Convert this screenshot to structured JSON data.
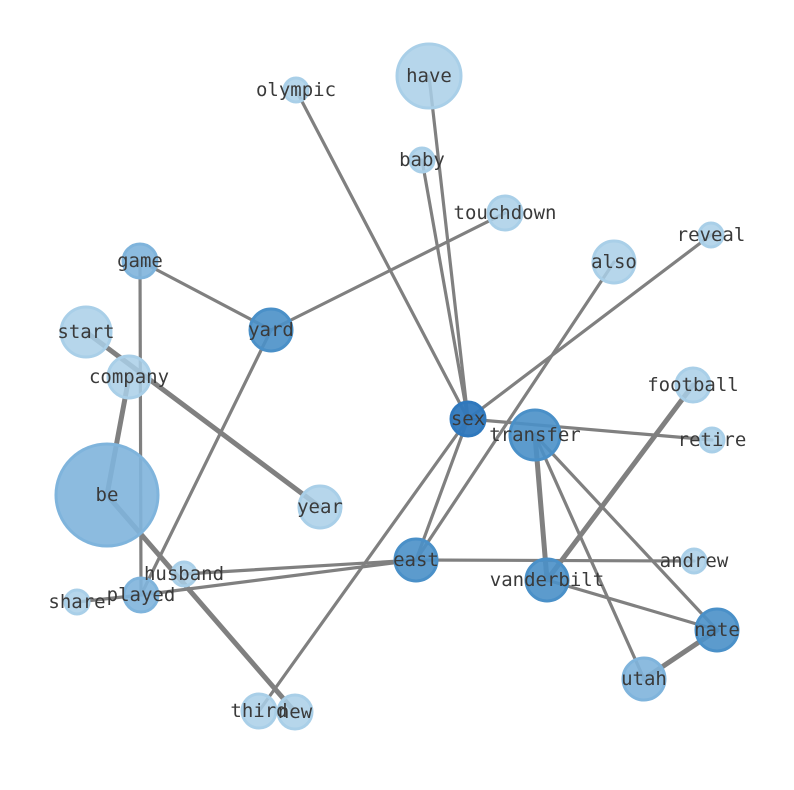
{
  "graph": {
    "colors": {
      "edge": "#808080",
      "node_light": "#a9cfe8",
      "node_mid": "#7fb4dc",
      "node_dark": "#4a90c8",
      "node_darkest": "#2f78bd",
      "label": "#3a3a3a"
    },
    "nodes": [
      {
        "id": "olympic",
        "label": "olympic",
        "shade": "light",
        "size": 1
      },
      {
        "id": "have",
        "label": "have",
        "shade": "light",
        "size": 6
      },
      {
        "id": "baby",
        "label": "baby",
        "shade": "light",
        "size": 1
      },
      {
        "id": "touchdown",
        "label": "touchdown",
        "shade": "light",
        "size": 2
      },
      {
        "id": "reveal",
        "label": "reveal",
        "shade": "light",
        "size": 1
      },
      {
        "id": "also",
        "label": "also",
        "shade": "light",
        "size": 3
      },
      {
        "id": "game",
        "label": "game",
        "shade": "mid",
        "size": 2
      },
      {
        "id": "yard",
        "label": "yard",
        "shade": "dark",
        "size": 3
      },
      {
        "id": "start",
        "label": "start",
        "shade": "light",
        "size": 4
      },
      {
        "id": "company",
        "label": "company",
        "shade": "light",
        "size": 3
      },
      {
        "id": "football",
        "label": "football",
        "shade": "light",
        "size": 2
      },
      {
        "id": "sex",
        "label": "sex",
        "shade": "darkest",
        "size": 2
      },
      {
        "id": "transfer",
        "label": "transfer",
        "shade": "dark",
        "size": 4
      },
      {
        "id": "retire",
        "label": "retire",
        "shade": "light",
        "size": 1
      },
      {
        "id": "be",
        "label": "be",
        "shade": "mid",
        "size": 16
      },
      {
        "id": "year",
        "label": "year",
        "shade": "light",
        "size": 3
      },
      {
        "id": "husband",
        "label": "husband",
        "shade": "light",
        "size": 1
      },
      {
        "id": "east",
        "label": "east",
        "shade": "dark",
        "size": 3
      },
      {
        "id": "andrew",
        "label": "andrew",
        "shade": "light",
        "size": 1
      },
      {
        "id": "share",
        "label": "share",
        "shade": "light",
        "size": 1
      },
      {
        "id": "played",
        "label": "played",
        "shade": "mid",
        "size": 2
      },
      {
        "id": "vanderbilt",
        "label": "vanderbilt",
        "shade": "dark",
        "size": 3
      },
      {
        "id": "nate",
        "label": "nate",
        "shade": "dark",
        "size": 3
      },
      {
        "id": "utah",
        "label": "utah",
        "shade": "mid",
        "size": 3
      },
      {
        "id": "third",
        "label": "third",
        "shade": "light",
        "size": 2
      },
      {
        "id": "new",
        "label": "new",
        "shade": "light",
        "size": 2
      }
    ],
    "edges": [
      {
        "source": "olympic",
        "target": "sex",
        "weight": 1
      },
      {
        "source": "have",
        "target": "sex",
        "weight": 1
      },
      {
        "source": "baby",
        "target": "sex",
        "weight": 1
      },
      {
        "source": "reveal",
        "target": "sex",
        "weight": 1
      },
      {
        "source": "sex",
        "target": "retire",
        "weight": 1
      },
      {
        "source": "sex",
        "target": "east",
        "weight": 1
      },
      {
        "source": "sex",
        "target": "third",
        "weight": 1
      },
      {
        "source": "also",
        "target": "east",
        "weight": 1
      },
      {
        "source": "touchdown",
        "target": "yard",
        "weight": 1
      },
      {
        "source": "game",
        "target": "yard",
        "weight": 1
      },
      {
        "source": "game",
        "target": "played",
        "weight": 1
      },
      {
        "source": "yard",
        "target": "played",
        "weight": 1
      },
      {
        "source": "start",
        "target": "year",
        "weight": 2
      },
      {
        "source": "company",
        "target": "be",
        "weight": 2
      },
      {
        "source": "be",
        "target": "new",
        "weight": 2
      },
      {
        "source": "husband",
        "target": "east",
        "weight": 1
      },
      {
        "source": "played",
        "target": "east",
        "weight": 1
      },
      {
        "source": "share",
        "target": "played",
        "weight": 1
      },
      {
        "source": "east",
        "target": "andrew",
        "weight": 1
      },
      {
        "source": "transfer",
        "target": "vanderbilt",
        "weight": 2
      },
      {
        "source": "transfer",
        "target": "nate",
        "weight": 1
      },
      {
        "source": "transfer",
        "target": "utah",
        "weight": 1
      },
      {
        "source": "football",
        "target": "vanderbilt",
        "weight": 2
      },
      {
        "source": "vanderbilt",
        "target": "nate",
        "weight": 1
      },
      {
        "source": "utah",
        "target": "nate",
        "weight": 2
      }
    ]
  }
}
